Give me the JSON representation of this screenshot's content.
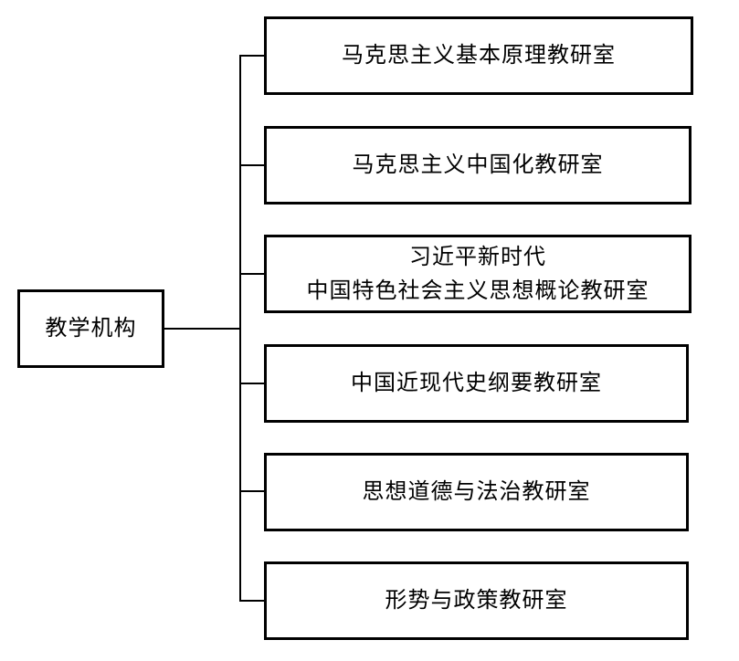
{
  "root": {
    "label": "教学机构"
  },
  "children": [
    {
      "lines": [
        "马克思主义基本原理教研室"
      ]
    },
    {
      "lines": [
        "马克思主义中国化教研室"
      ]
    },
    {
      "lines": [
        "习近平新时代",
        "中国特色社会主义思想概论教研室"
      ]
    },
    {
      "lines": [
        "中国近现代史纲要教研室"
      ]
    },
    {
      "lines": [
        "思想道德与法治教研室"
      ]
    },
    {
      "lines": [
        "形势与政策教研室"
      ]
    }
  ]
}
